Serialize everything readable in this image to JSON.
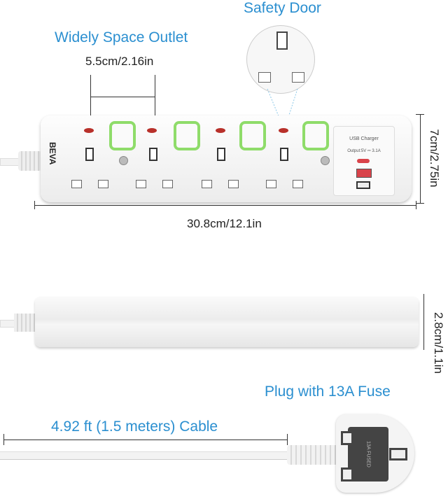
{
  "labels": {
    "safety_door": "Safety Door",
    "widely_space_outlet": "Widely Space Outlet",
    "outlet_spacing": "5.5cm/2.16in",
    "height": "7cm/2.75in",
    "length": "30.8cm/12.1in",
    "depth": "2.8cm/1.1in",
    "plug_fuse": "Plug with 13A Fuse",
    "cable_length": "4.92 ft (1.5 meters) Cable"
  },
  "product": {
    "brand": "BEVA",
    "usb_panel_title": "USB Charger",
    "usb_output": "Output:5V ⎓ 3.1A",
    "fuse_text": "13A FUSED"
  },
  "colors": {
    "accent_text": "#2b8fd0",
    "switch": "#8fdc6a",
    "led": "#b8302a",
    "usb_quick": "#d9434a"
  }
}
